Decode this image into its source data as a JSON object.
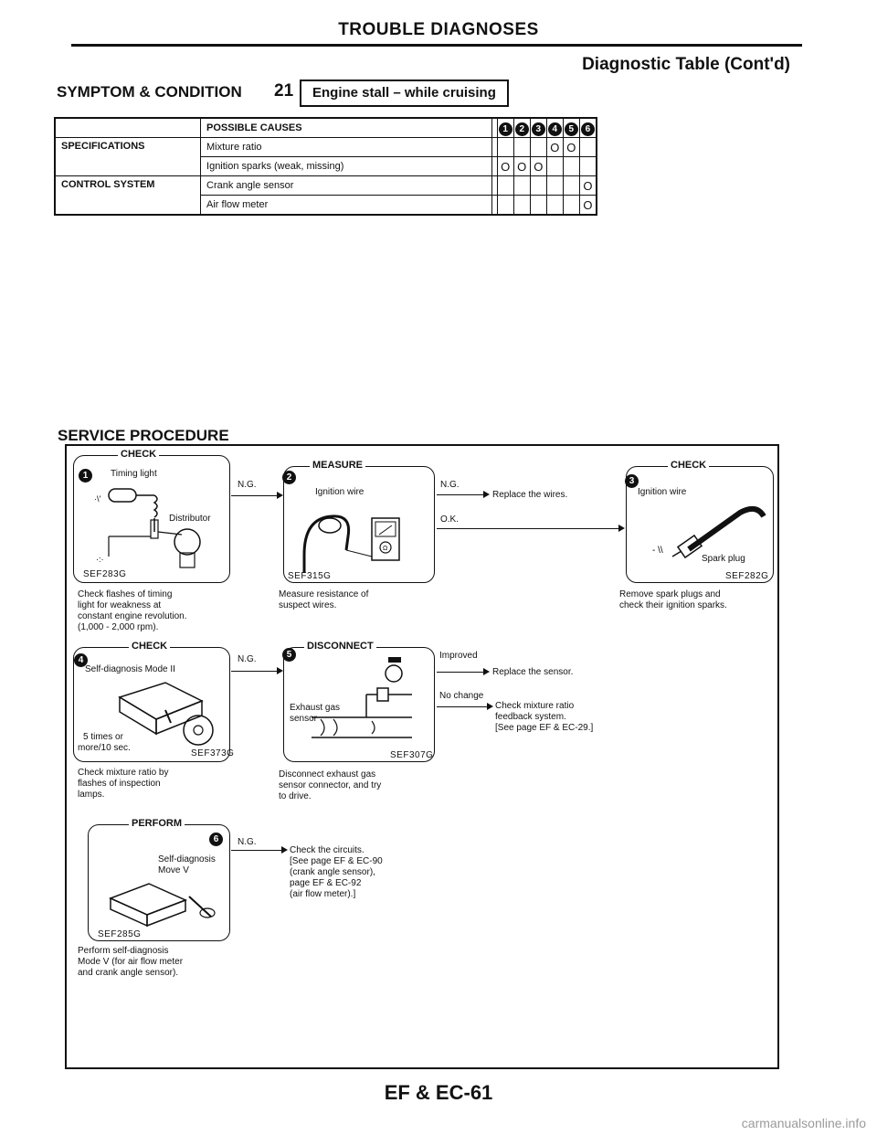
{
  "header": {
    "title": "TROUBLE DIAGNOSES",
    "subtitle": "Diagnostic Table (Cont'd)"
  },
  "symptom": {
    "label": "SYMPTOM & CONDITION",
    "number": "21",
    "description": "Engine stall – while cruising"
  },
  "table": {
    "header_label": "POSSIBLE CAUSES",
    "step_numbers": [
      "1",
      "2",
      "3",
      "4",
      "5",
      "6"
    ],
    "rows": [
      {
        "group": "SPECIFICATIONS",
        "cause": "Mixture ratio",
        "marks": [
          "",
          "",
          "",
          "O",
          "O",
          ""
        ]
      },
      {
        "group": "",
        "cause": "Ignition sparks (weak, missing)",
        "marks": [
          "O",
          "O",
          "O",
          "",
          "",
          ""
        ]
      },
      {
        "group": "CONTROL SYSTEM",
        "cause": "Crank angle sensor",
        "marks": [
          "",
          "",
          "",
          "",
          "",
          "O"
        ]
      },
      {
        "group": "",
        "cause": "Air flow meter",
        "marks": [
          "",
          "",
          "",
          "",
          "",
          "O"
        ]
      }
    ]
  },
  "service": {
    "title": "SERVICE PROCEDURE",
    "steps": [
      {
        "num": "1",
        "title": "CHECK",
        "labels": [
          "Timing light",
          "Distributor"
        ],
        "code": "SEF283G",
        "caption": [
          "Check flashes of timing",
          "light for weakness at",
          "constant engine revolution.",
          "(1,000 - 2,000 rpm)."
        ]
      },
      {
        "num": "2",
        "title": "MEASURE",
        "labels": [
          "Ignition wire"
        ],
        "code": "SEF315G",
        "caption": [
          "Measure resistance of",
          "suspect wires."
        ]
      },
      {
        "num": "3",
        "title": "CHECK",
        "labels": [
          "Ignition wire",
          "Spark plug"
        ],
        "code": "SEF282G",
        "caption": [
          "Remove spark plugs and",
          "check their ignition sparks."
        ]
      },
      {
        "num": "4",
        "title": "CHECK",
        "labels": [
          "Self-diagnosis Mode II",
          "5 times or",
          "more/10 sec."
        ],
        "code": "SEF373G",
        "caption": [
          "Check mixture ratio by",
          "flashes of inspection",
          "lamps."
        ]
      },
      {
        "num": "5",
        "title": "DISCONNECT",
        "labels": [
          "Exhaust gas",
          "sensor"
        ],
        "code": "SEF307G",
        "caption": [
          "Disconnect exhaust gas",
          "sensor connector, and try",
          "to drive."
        ]
      },
      {
        "num": "6",
        "title": "PERFORM",
        "labels": [
          "Self-diagnosis",
          "Move V"
        ],
        "code": "SEF285G",
        "caption": [
          "Perform self-diagnosis",
          "Mode V (for air flow meter",
          "and crank angle sensor)."
        ]
      }
    ],
    "flow": {
      "ng": "N.G.",
      "ok": "O.K.",
      "replace_wires": "Replace the wires.",
      "improved": "Improved",
      "replace_sensor": "Replace the sensor.",
      "no_change": "No change",
      "check_mixture": [
        "Check mixture ratio",
        "feedback system.",
        "[See page EF & EC-29.]"
      ],
      "check_circuits": [
        "Check the circuits.",
        "[See page EF & EC-90",
        "(crank angle sensor),",
        "page EF & EC-92",
        "(air flow meter).]"
      ]
    }
  },
  "footer": {
    "page": "EF & EC-61"
  },
  "watermark": "carmanualsonline.info"
}
